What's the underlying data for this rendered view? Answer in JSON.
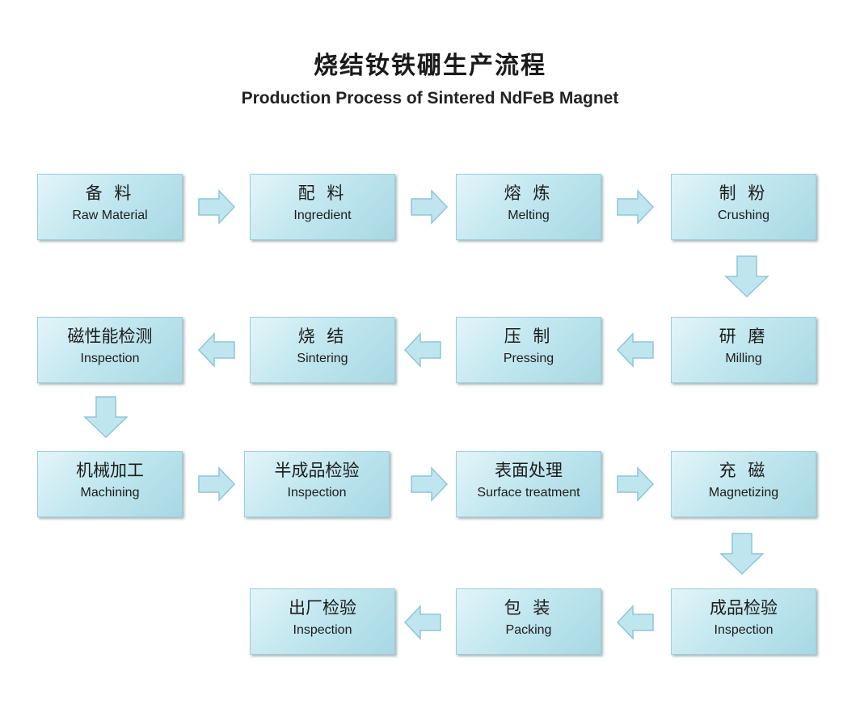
{
  "title_cn": "烧结钕铁硼生产流程",
  "title_en": "Production Process of Sintered NdFeB Magnet",
  "steps": [
    {
      "cn": "备 料",
      "en": "Raw Material"
    },
    {
      "cn": "配 料",
      "en": "Ingredient"
    },
    {
      "cn": "熔 炼",
      "en": "Melting"
    },
    {
      "cn": "制 粉",
      "en": "Crushing"
    },
    {
      "cn": "研 磨",
      "en": "Milling"
    },
    {
      "cn": "压 制",
      "en": "Pressing"
    },
    {
      "cn": "烧 结",
      "en": "Sintering"
    },
    {
      "cn": "磁性能检测",
      "en": "Inspection"
    },
    {
      "cn": "机械加工",
      "en": "Machining"
    },
    {
      "cn": "半成品检验",
      "en": "Inspection"
    },
    {
      "cn": "表面处理",
      "en": "Surface treatment"
    },
    {
      "cn": "充 磁",
      "en": "Magnetizing"
    },
    {
      "cn": "成品检验",
      "en": "Inspection"
    },
    {
      "cn": "包 装",
      "en": "Packing"
    },
    {
      "cn": "出厂检验",
      "en": "Inspection"
    }
  ],
  "colors": {
    "box_light": "#e3f5f9",
    "box_dark": "#a7d8e4",
    "arrow_fill": "#bfe6ef",
    "arrow_stroke": "#8fc6d3"
  }
}
